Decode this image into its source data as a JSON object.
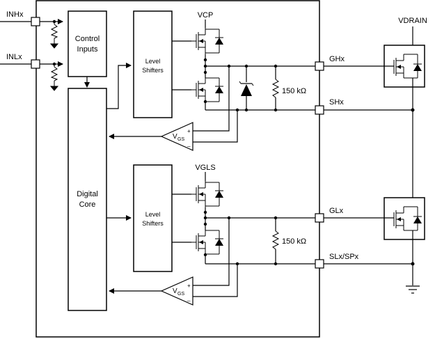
{
  "pins": {
    "inhx": "INHx",
    "inlx": "INLx",
    "ghx": "GHx",
    "shx": "SHx",
    "glx": "GLx",
    "slx": "SLx/SPx"
  },
  "blocks": {
    "control_line1": "Control",
    "control_line2": "Inputs",
    "digital_line1": "Digital",
    "digital_line2": "Core",
    "level_line1": "Level",
    "level_line2": "Shifters"
  },
  "supplies": {
    "vcp": "VCP",
    "vgls": "VGLS",
    "vdrain": "VDRAIN"
  },
  "resistors": {
    "high": "150 kΩ",
    "low": "150 kΩ"
  },
  "amplifier": {
    "base": "V",
    "sub": "GS",
    "plus": "+",
    "minus": "_"
  },
  "colors": {
    "line": "#000000",
    "background": "#ffffff"
  }
}
